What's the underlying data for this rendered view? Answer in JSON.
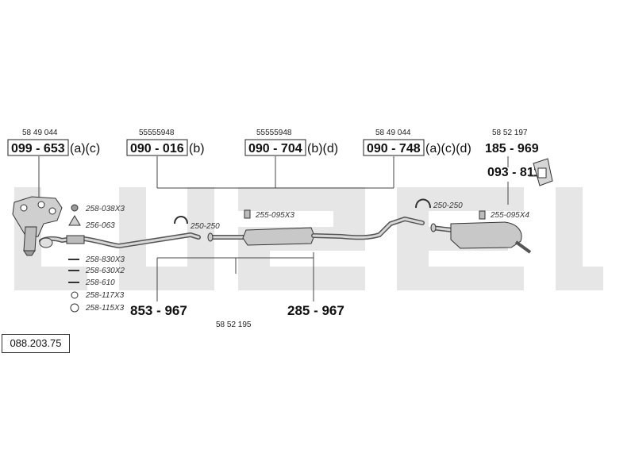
{
  "watermark": {
    "color": "#e6e6e6"
  },
  "top_parts": [
    {
      "ref": "58 49 044",
      "code": "099 - 653",
      "variants": "(a)(c)"
    },
    {
      "ref": "55555948",
      "code": "090 - 016",
      "variants": "(b)"
    },
    {
      "ref": "55555948",
      "code": "090 - 704",
      "variants": "(b)(d)"
    },
    {
      "ref": "58 49 044",
      "code": "090 - 748",
      "variants": "(a)(c)(d)"
    }
  ],
  "rear_part": {
    "ref": "58 52 197",
    "code": "185 - 969"
  },
  "bracket_part": {
    "code": "093 - 811"
  },
  "accessories": [
    {
      "label": "258-038X3"
    },
    {
      "label": "256-063"
    },
    {
      "label": "258-830X3"
    },
    {
      "label": "258-630X2"
    },
    {
      "label": "258-610"
    },
    {
      "label": "258-117X3"
    },
    {
      "label": "258-115X3"
    },
    {
      "label": "250-250"
    },
    {
      "label": "255-095X3"
    },
    {
      "label": "250-250"
    },
    {
      "label": "255-095X4"
    }
  ],
  "bottom_parts": [
    {
      "code": "853 - 967"
    },
    {
      "code": "285 - 967"
    }
  ],
  "bottom_ref": "58 52 195",
  "diagram_id": "088.203.75"
}
